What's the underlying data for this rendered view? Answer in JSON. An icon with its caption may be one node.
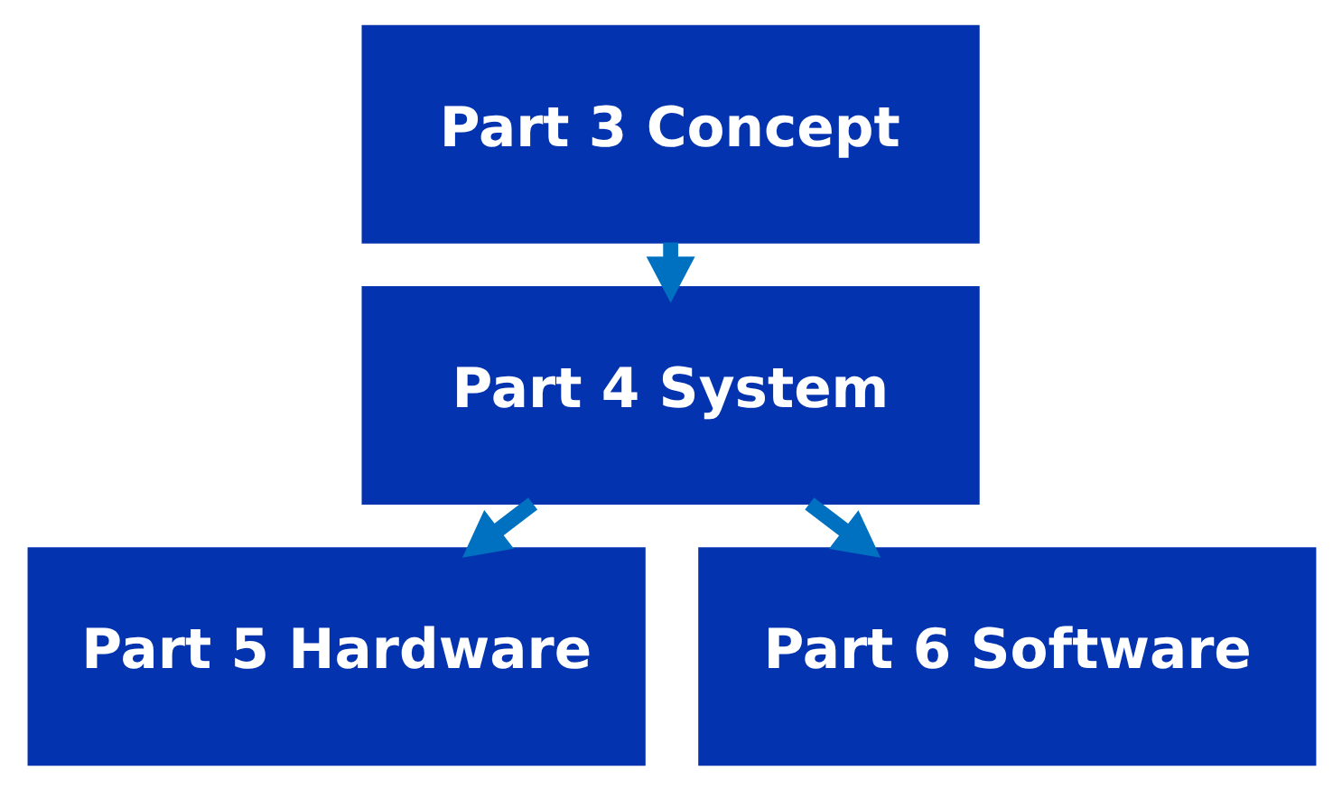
{
  "diagram": {
    "nodes": [
      {
        "text": [
          "Part 3 Concept"
        ]
      },
      {
        "text": [
          "Part 4 System"
        ]
      },
      {
        "text": [
          "Part 5 Hardware"
        ]
      },
      {
        "text": [
          "Part 6 Software"
        ]
      }
    ],
    "edges": [
      {
        "from": 0,
        "to": 1,
        "arrow": "to"
      },
      {
        "from": 1,
        "to": 2,
        "arrow": "to"
      },
      {
        "from": 1,
        "to": 3,
        "arrow": "to"
      }
    ]
  }
}
